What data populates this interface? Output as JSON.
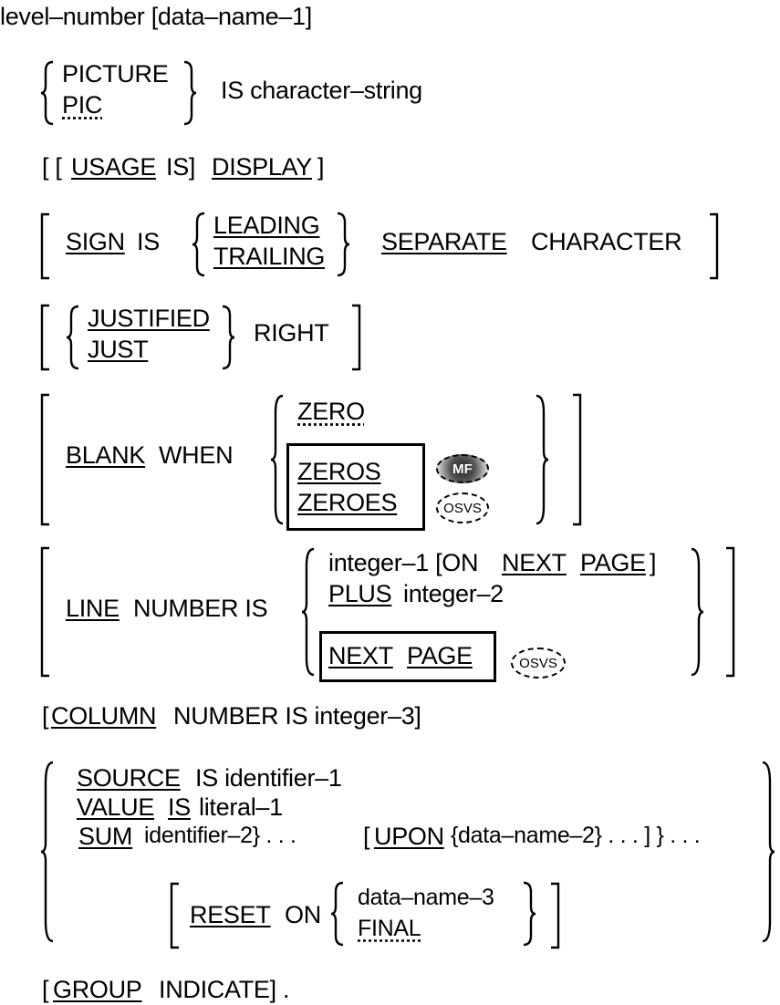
{
  "header": "level–number [data–name–1]",
  "picture": {
    "kw1": "PICTURE",
    "kw2": "PIC",
    "tail": "IS character–string"
  },
  "usage": {
    "open": "[ [",
    "usage": "USAGE",
    "is": "IS]",
    "display": "DISPLAY",
    "close": "]"
  },
  "sign": {
    "sign": "SIGN",
    "is": "IS",
    "leading": "LEADING",
    "trailing": "TRAILING",
    "separate": "SEPARATE",
    "character": "CHARACTER"
  },
  "justified": {
    "justified": "JUSTIFIED",
    "just": "JUST",
    "right": "RIGHT"
  },
  "blank": {
    "blank": "BLANK",
    "when": "WHEN",
    "zero": "ZERO",
    "zeros": "ZEROS",
    "zeroes": "ZEROES",
    "badge1": "MF",
    "badge2": "OSVS"
  },
  "line": {
    "line": "LINE",
    "number_is": "NUMBER IS",
    "opt1_int": "integer–1 [ON",
    "opt1_next": "NEXT",
    "opt1_page": "PAGE",
    "opt1_close": "]",
    "plus": "PLUS",
    "opt2_int": "integer–2",
    "next": "NEXT",
    "page": "PAGE",
    "badge": "OSVS"
  },
  "column": {
    "open": "[",
    "column": "COLUMN",
    "rest": "NUMBER IS integer–3]"
  },
  "source": {
    "source": "SOURCE",
    "source_rest": "IS identifier–1",
    "value": "VALUE",
    "value_is": "IS",
    "value_rest": "literal–1",
    "sum": "SUM",
    "sum_rest": "identifier–2} . . .",
    "upon_open": "[",
    "upon": "UPON",
    "upon_rest": "{data–name–2}  . . .  ]  }  . . .",
    "reset": "RESET",
    "on": "ON",
    "dn3": "data–name–3",
    "final": "FINAL"
  },
  "group": {
    "open": "[",
    "group": "GROUP",
    "rest": "INDICATE]  ."
  }
}
